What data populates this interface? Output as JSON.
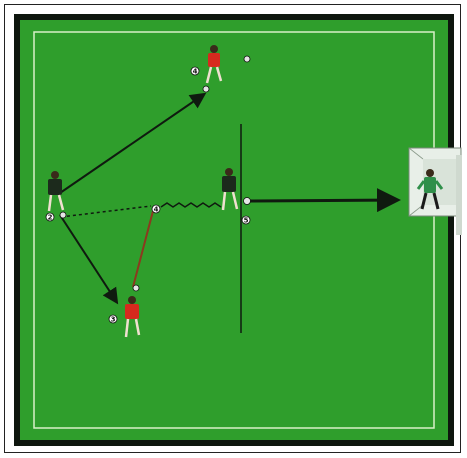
{
  "diagram": {
    "field_color": "#2f9e2c",
    "border_color": "#111111",
    "line_color": "#d9f0c8",
    "player_colors": {
      "attacker": "#d62a1e",
      "defender": "#1c2a1c",
      "goalkeeper": "#2f8f4a"
    },
    "markers": {
      "player_top": "4",
      "player_left": "2",
      "mid_pass": "4",
      "player_bottom": "3",
      "shot_point": "5"
    }
  }
}
